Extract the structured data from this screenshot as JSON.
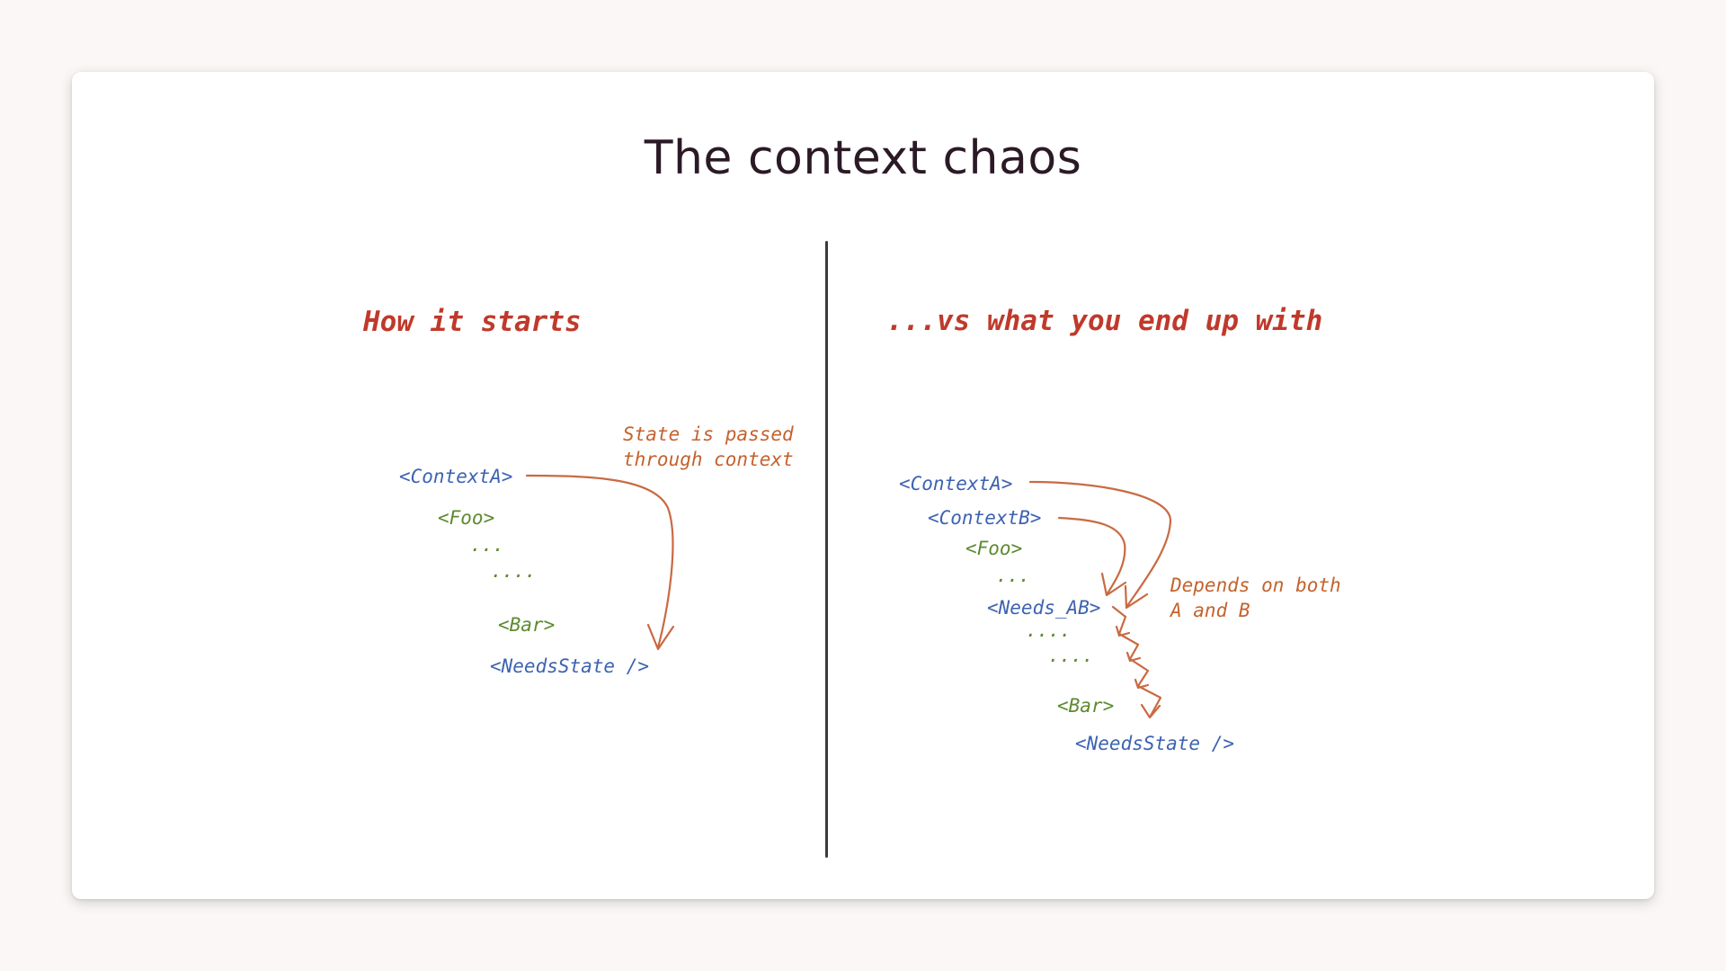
{
  "slide": {
    "title": "The context chaos"
  },
  "left": {
    "heading": "How it starts",
    "note_line1": "State is passed",
    "note_line2": "through context",
    "nodes": {
      "context_a": "<ContextA>",
      "foo": "<Foo>",
      "dots1": "...",
      "dots2": "....",
      "bar": "<Bar>",
      "needs_state": "<NeedsState />"
    }
  },
  "right": {
    "heading": "...vs what you end up with",
    "note_line1": "Depends on both",
    "note_line2": "A and B",
    "nodes": {
      "context_a": "<ContextA>",
      "context_b": "<ContextB>",
      "foo": "<Foo>",
      "dots0": "...",
      "needs_ab": "<Needs_AB>",
      "dots1": "....",
      "dots2": "....",
      "bar": "<Bar>",
      "needs_state": "<NeedsState />"
    }
  },
  "colors": {
    "title": "#2b1a26",
    "heading": "#c0392b",
    "component": "#3d63b0",
    "child": "#5d8a2f",
    "annotation": "#c4622d",
    "arrow": "#c96a42",
    "divider": "#3a3a3a",
    "background": "#faf7f6"
  }
}
